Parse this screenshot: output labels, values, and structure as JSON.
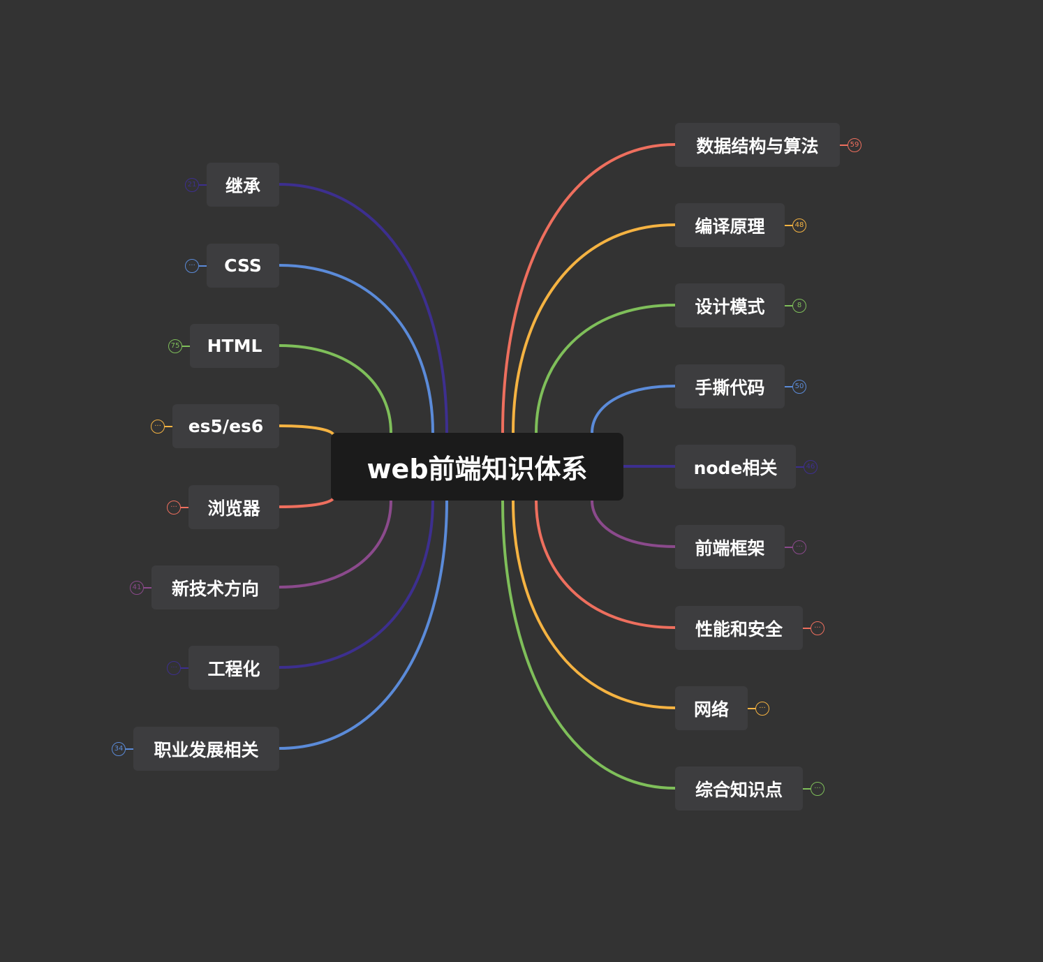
{
  "center": {
    "label": "web前端知识体系"
  },
  "topics": [
    {
      "label": "继承",
      "badge": "21",
      "color": "#3d2f8f"
    },
    {
      "label": "CSS",
      "badge": "···",
      "color": "#5b8bd9"
    },
    {
      "label": "HTML",
      "badge": "75",
      "color": "#7fbf5a"
    },
    {
      "label": "es5/es6",
      "badge": "···",
      "color": "#f5b342"
    },
    {
      "label": "浏览器",
      "badge": "···",
      "color": "#ee6f5e"
    },
    {
      "label": "新技术方向",
      "badge": "41",
      "color": "#8b4a8c"
    },
    {
      "label": "工程化",
      "badge": "···",
      "color": "#3d2f8f"
    },
    {
      "label": "职业发展相关",
      "badge": "34",
      "color": "#5b8bd9"
    },
    {
      "label": "数据结构与算法",
      "badge": "59",
      "color": "#ee6f5e"
    },
    {
      "label": "编译原理",
      "badge": "48",
      "color": "#f5b342"
    },
    {
      "label": "设计模式",
      "badge": "8",
      "color": "#7fbf5a"
    },
    {
      "label": "手撕代码",
      "badge": "50",
      "color": "#5b8bd9"
    },
    {
      "label": "node相关",
      "badge": "46",
      "color": "#3d2f8f"
    },
    {
      "label": "前端框架",
      "badge": "···",
      "color": "#8b4a8c"
    },
    {
      "label": "性能和安全",
      "badge": "···",
      "color": "#ee6f5e"
    },
    {
      "label": "网络",
      "badge": "···",
      "color": "#f5b342"
    },
    {
      "label": "综合知识点",
      "badge": "···",
      "color": "#7fbf5a"
    }
  ]
}
